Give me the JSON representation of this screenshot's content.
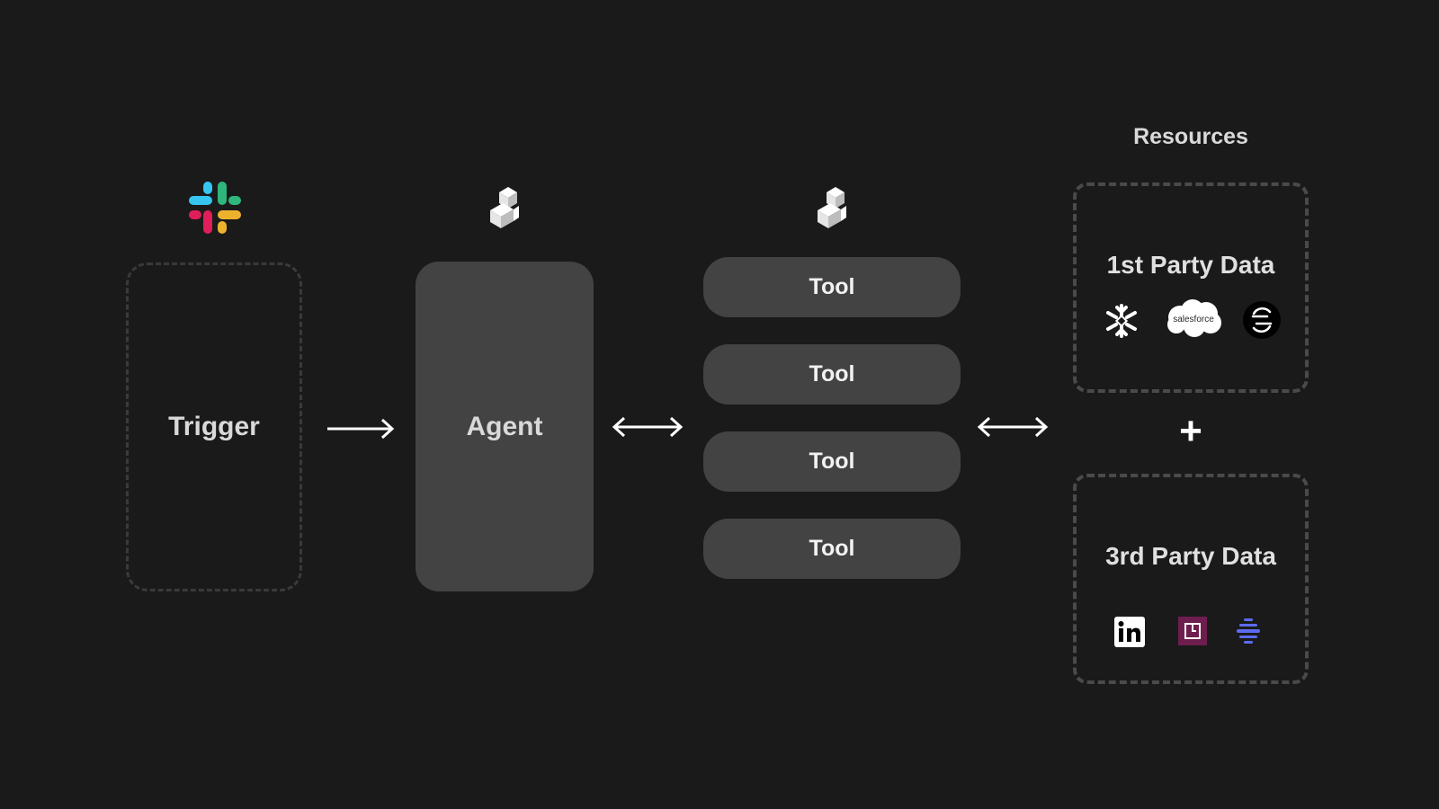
{
  "trigger": {
    "label": "Trigger",
    "icon": "slack-icon"
  },
  "agent": {
    "label": "Agent",
    "icon": "stacked-blocks-logo-icon"
  },
  "tools": {
    "icon": "stacked-blocks-logo-icon",
    "items": [
      {
        "label": "Tool"
      },
      {
        "label": "Tool"
      },
      {
        "label": "Tool"
      },
      {
        "label": "Tool"
      }
    ]
  },
  "resources": {
    "title": "Resources",
    "first_party": {
      "title": "1st Party Data",
      "icons": [
        "snowflake-icon",
        "salesforce-icon",
        "segment-icon"
      ],
      "salesforce_text": "salesforce"
    },
    "plus": "+",
    "third_party": {
      "title": "3rd Party Data",
      "icons": [
        "linkedin-icon",
        "square-logo-icon",
        "striped-globe-icon"
      ]
    }
  },
  "colors": {
    "background": "#1a1a1a",
    "box_fill": "#434343",
    "dashed_border": "#3a3a3a",
    "text": "#d9d9d9",
    "slack_blue": "#36C5F0",
    "slack_green": "#2EB67D",
    "slack_yellow": "#ECB22E",
    "slack_red": "#E01E5A"
  }
}
